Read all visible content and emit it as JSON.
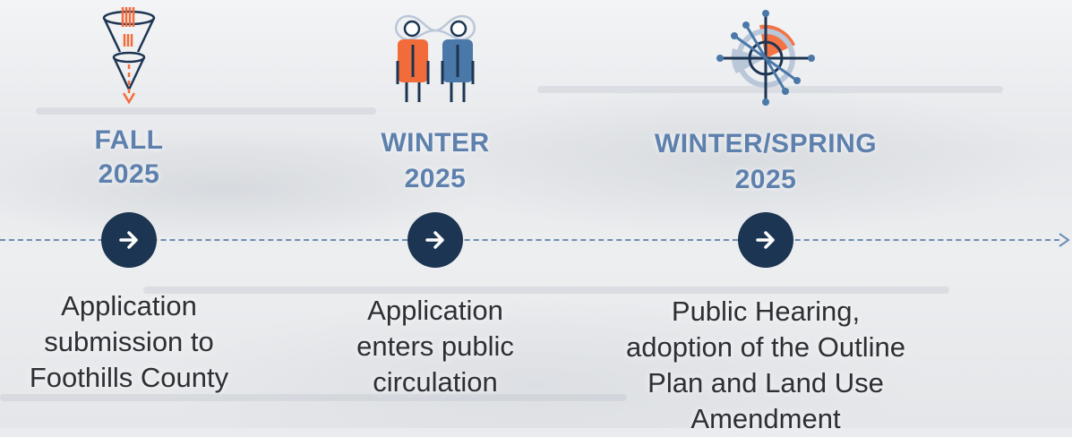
{
  "timeline": {
    "steps": [
      {
        "season_line1": "FALL",
        "season_line2": "2025",
        "description": [
          "Application",
          "submission to",
          "Foothills County"
        ],
        "icon": "funnel-icon"
      },
      {
        "season_line1": "WINTER",
        "season_line2": "2025",
        "description": [
          "Application",
          "enters public",
          "circulation"
        ],
        "icon": "people-icon"
      },
      {
        "season_line1": "WINTER/SPRING",
        "season_line2": "2025",
        "description": [
          "Public Hearing,",
          "adoption of the Outline",
          "Plan and Land Use",
          "Amendment"
        ],
        "icon": "compass-target-icon"
      }
    ],
    "arrow_icon": "arrow-right-icon",
    "colors": {
      "accent": "#5d80ad",
      "node": "#1c3552",
      "orange": "#f26b3a",
      "blue": "#4a78a8",
      "text": "#2c2f33"
    }
  }
}
